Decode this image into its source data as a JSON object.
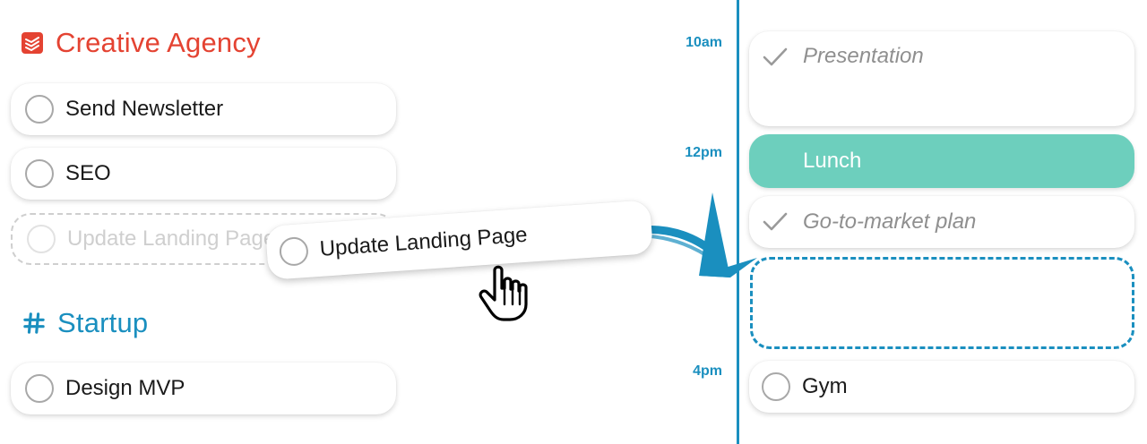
{
  "projects": [
    {
      "name": "Creative Agency",
      "icon": "todoist-stack-icon",
      "color": "#e44332",
      "tasks": [
        "Send Newsletter",
        "SEO",
        "Update Landing Page"
      ]
    },
    {
      "name": "Startup",
      "icon": "hashtag-icon",
      "color": "#1a8fbf",
      "tasks": [
        "Design MVP"
      ]
    }
  ],
  "dragging": {
    "label": "Update Landing Page"
  },
  "timeline": {
    "color": "#1a8fbf",
    "times": [
      "10am",
      "12pm",
      "4pm"
    ],
    "events": [
      {
        "label": "Presentation",
        "state": "completed"
      },
      {
        "label": "Lunch",
        "state": "event",
        "color": "#6dcfbd"
      },
      {
        "label": "Go-to-market plan",
        "state": "completed"
      },
      {
        "label": "Gym",
        "state": "open"
      }
    ]
  }
}
